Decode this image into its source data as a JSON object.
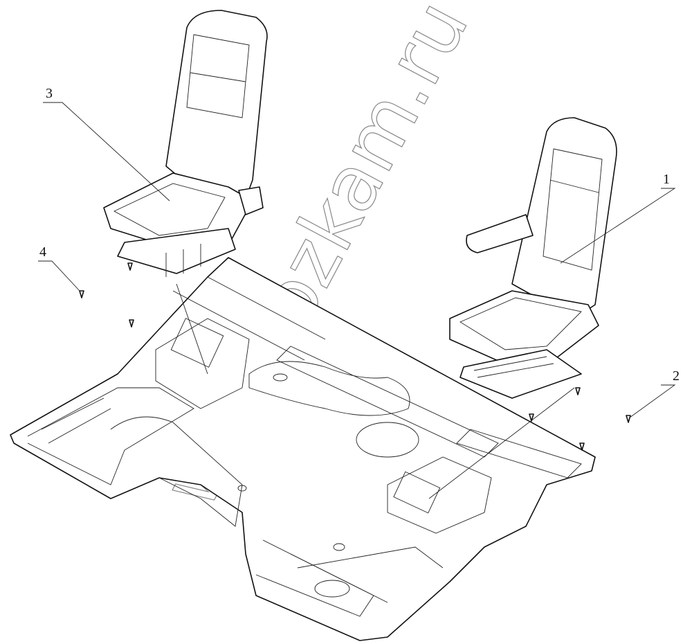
{
  "diagram": {
    "callouts": [
      {
        "id": "1",
        "label": "1"
      },
      {
        "id": "2",
        "label": "2"
      },
      {
        "id": "3",
        "label": "3"
      },
      {
        "id": "4",
        "label": "4"
      }
    ],
    "watermark": "www.ozkam.ru"
  }
}
